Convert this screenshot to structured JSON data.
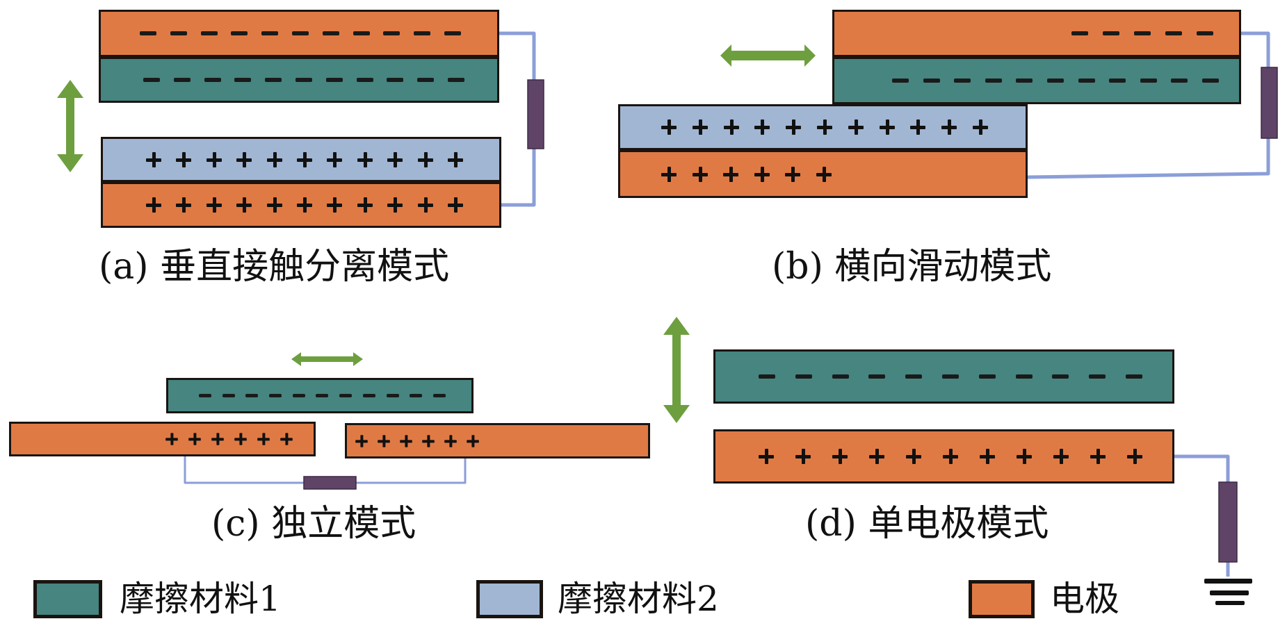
{
  "colors": {
    "electrode": "#E07A45",
    "material1": "#468580",
    "material2": "#A1B6D3",
    "resistor": "#5F4468",
    "arrow": "#6E9F3F",
    "wire": "#8B9ED8",
    "ground": "#111111"
  },
  "panels": {
    "a": {
      "caption": "(a) 垂直接触分离模式",
      "layers": [
        {
          "material": "electrode",
          "charge": "minus",
          "count": 11
        },
        {
          "material": "material1",
          "charge": "minus",
          "count": 11
        },
        {
          "material": "material2",
          "charge": "plus",
          "count": 11
        },
        {
          "material": "electrode",
          "charge": "plus",
          "count": 11
        }
      ],
      "motion": "vertical"
    },
    "b": {
      "caption": "(b) 横向滑动模式",
      "layers": [
        {
          "material": "electrode",
          "charge": "minus",
          "count": 5
        },
        {
          "material": "material1",
          "charge": "minus",
          "count": 11
        },
        {
          "material": "material2",
          "charge": "plus",
          "count": 11
        },
        {
          "material": "electrode",
          "charge": "plus",
          "count": 6
        }
      ],
      "motion": "horizontal"
    },
    "c": {
      "caption": "(c) 独立模式",
      "layers": [
        {
          "material": "material1",
          "charge": "minus",
          "count": 11
        },
        {
          "material": "electrode",
          "charge": "plus",
          "count": 6
        },
        {
          "material": "electrode",
          "charge": "plus",
          "count": 6
        }
      ],
      "motion": "horizontal"
    },
    "d": {
      "caption": "(d) 单电极模式",
      "layers": [
        {
          "material": "material1",
          "charge": "minus",
          "count": 11
        },
        {
          "material": "electrode",
          "charge": "plus",
          "count": 11
        }
      ],
      "motion": "vertical",
      "grounded": true
    }
  },
  "legend": [
    {
      "material": "material1",
      "label": "摩擦材料1"
    },
    {
      "material": "material2",
      "label": "摩擦材料2"
    },
    {
      "material": "electrode",
      "label": "电极"
    }
  ]
}
